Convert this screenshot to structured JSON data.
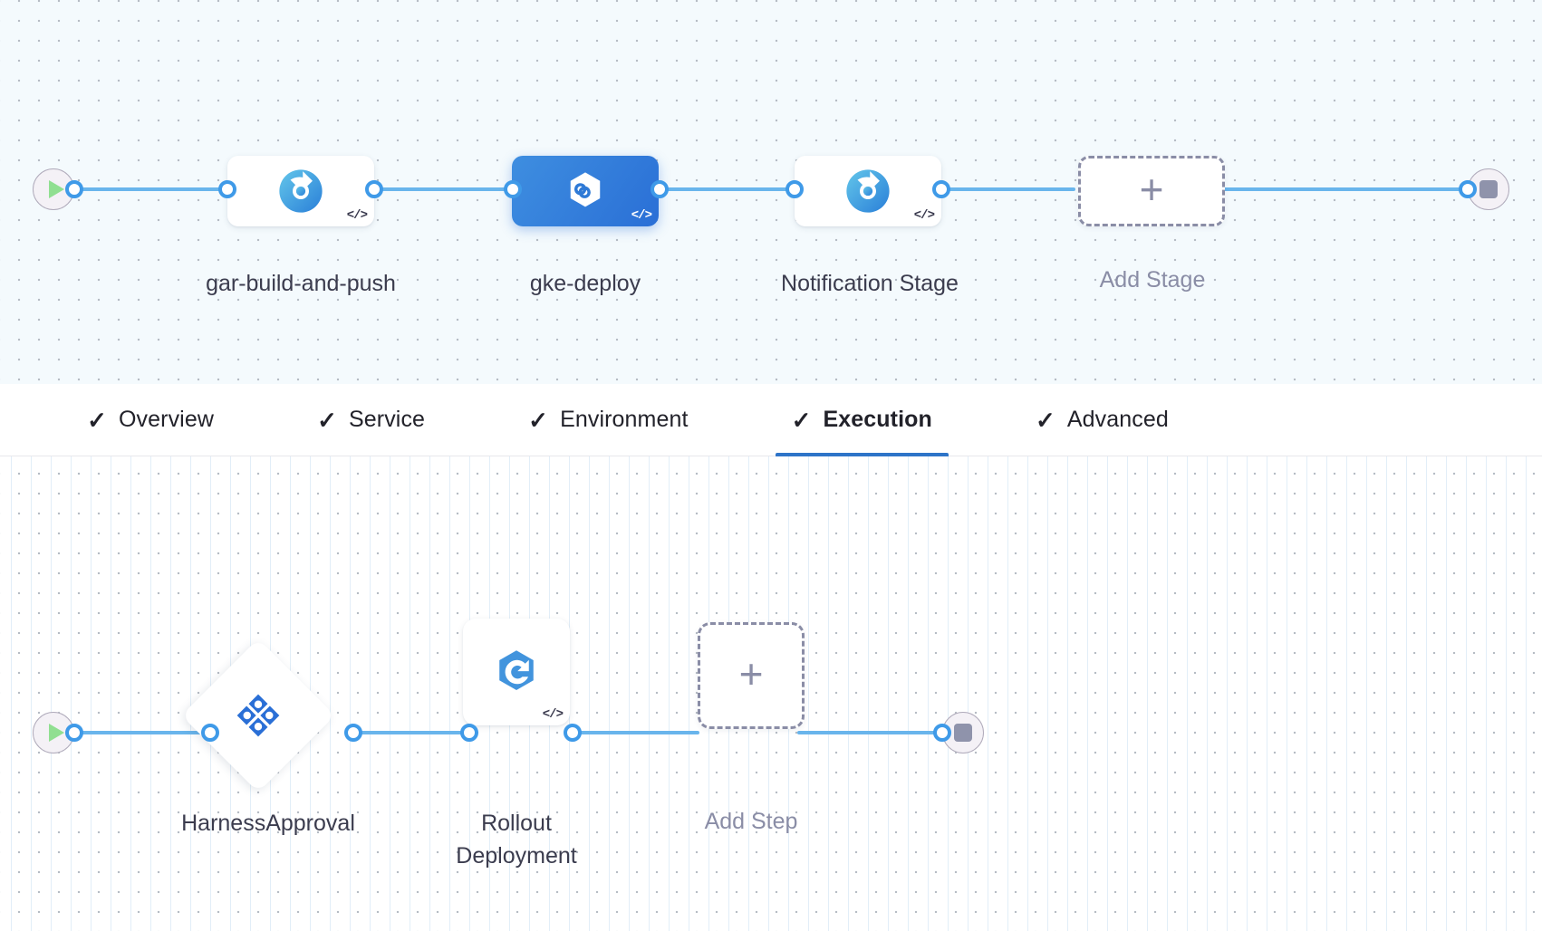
{
  "stage_canvas": {
    "name": "pipeline-stages-canvas",
    "background_color": "#f4fafd",
    "start_node": {
      "icon": "play-icon",
      "label": ""
    },
    "end_node": {
      "icon": "stop-icon",
      "label": ""
    },
    "stages": [
      {
        "label": "gar-build-and-push",
        "icon": "harness-ci-build-icon",
        "selected": false,
        "badge": "</>",
        "shape": "rounded-rect"
      },
      {
        "label": "gke-deploy",
        "icon": "harness-cd-deploy-icon",
        "selected": true,
        "badge": "</>",
        "shape": "rounded-rect"
      },
      {
        "label": "Notification Stage",
        "icon": "harness-ci-build-icon",
        "selected": false,
        "badge": "</>",
        "shape": "rounded-rect"
      }
    ],
    "add_stage": {
      "label": "Add Stage",
      "icon": "plus-icon"
    }
  },
  "tabbar": {
    "name": "stage-config-tabs",
    "active_color": "#2e74c8",
    "tabs": [
      {
        "label": "Overview",
        "icon": "check-icon",
        "complete": true,
        "active": false
      },
      {
        "label": "Service",
        "icon": "check-icon",
        "complete": true,
        "active": false
      },
      {
        "label": "Environment",
        "icon": "check-icon",
        "complete": true,
        "active": false
      },
      {
        "label": "Execution",
        "icon": "check-icon",
        "complete": true,
        "active": true
      },
      {
        "label": "Advanced",
        "icon": "check-icon",
        "complete": true,
        "active": false
      }
    ]
  },
  "step_canvas": {
    "name": "execution-steps-canvas",
    "background_color": "#ffffff",
    "start_node": {
      "icon": "play-icon"
    },
    "end_node": {
      "icon": "stop-icon"
    },
    "steps": [
      {
        "label": "HarnessApproval",
        "icon": "harness-approval-icon",
        "shape": "diamond",
        "badge": ""
      },
      {
        "label": "Rollout Deployment",
        "icon": "kubernetes-rollout-icon",
        "shape": "rounded-square",
        "badge": "</>"
      }
    ],
    "add_step": {
      "label": "Add Step",
      "icon": "plus-icon"
    }
  }
}
